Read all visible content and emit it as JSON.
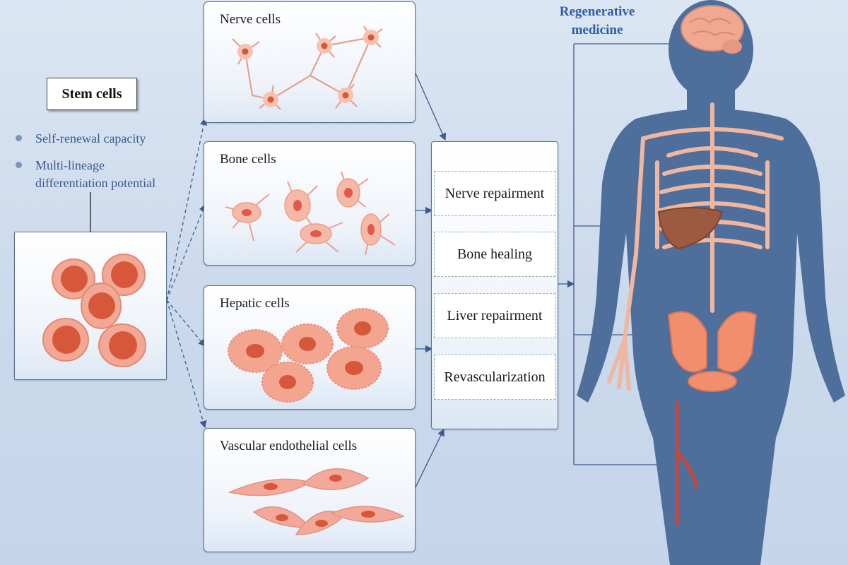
{
  "stem_cells": {
    "title": "Stem cells",
    "properties": [
      "Self-renewal capacity",
      "Multi-lineage",
      "differentiation potential"
    ]
  },
  "cell_types": [
    {
      "label": "Nerve cells"
    },
    {
      "label": "Bone cells"
    },
    {
      "label": "Hepatic cells"
    },
    {
      "label": "Vascular endothelial cells"
    }
  ],
  "applications": [
    "Nerve repairment",
    "Bone healing",
    "Liver repairment",
    "Revascularization"
  ],
  "heading": {
    "line1": "Regenerative",
    "line2": "medicine"
  },
  "colors": {
    "accent": "#2f5ea5",
    "cell_fill": "#f2a895",
    "cell_nucleus": "#d6573a",
    "body": "#4e6e9b",
    "bone": "#f0b7a0"
  }
}
